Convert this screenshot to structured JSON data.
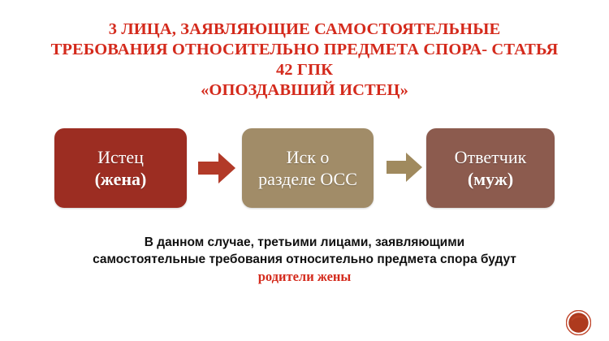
{
  "slide": {
    "background_color": "#FFFFFF",
    "title": {
      "color": "#D42A1C",
      "lines": [
        "3 ЛИЦА, ЗАЯВЛЯЮЩИЕ САМОСТОЯТЕЛЬНЫЕ",
        "ТРЕБОВАНИЯ ОТНОСИТЕЛЬНО ПРЕДМЕТА СПОРА- СТАТЬЯ",
        "42 ГПК",
        "«ОПОЗДАВШИЙ ИСТЕЦ»"
      ]
    },
    "flow": {
      "boxes": [
        {
          "id": "plaintiff",
          "line1": "Истец",
          "line2": "(жена)",
          "fill_color": "#9C2D22",
          "text_color": "#FFFFFF"
        },
        {
          "id": "claim",
          "line1": "Иск о",
          "line2": "разделе ОСС",
          "fill_color": "#A18C68",
          "text_color": "#FFFFFF"
        },
        {
          "id": "defendant",
          "line1": "Ответчик",
          "line2": "(муж)",
          "fill_color": "#8C5B4E",
          "text_color": "#FFFFFF"
        }
      ],
      "arrows": [
        {
          "id": "arrow-1",
          "direction": "right",
          "color": "#B23A28"
        },
        {
          "id": "arrow-2",
          "direction": "right",
          "color": "#A08A5E"
        }
      ]
    },
    "caption": {
      "lines": [
        "В данном случае, третьими лицами, заявляющими",
        "самостоятельные требования относительно предмета спора будут"
      ],
      "accent_line": "родители жены",
      "accent_color": "#D42A1C",
      "text_color": "#111111"
    },
    "decoration": {
      "corner_mark": "red-circle-badge",
      "color": "#B5381F"
    }
  }
}
